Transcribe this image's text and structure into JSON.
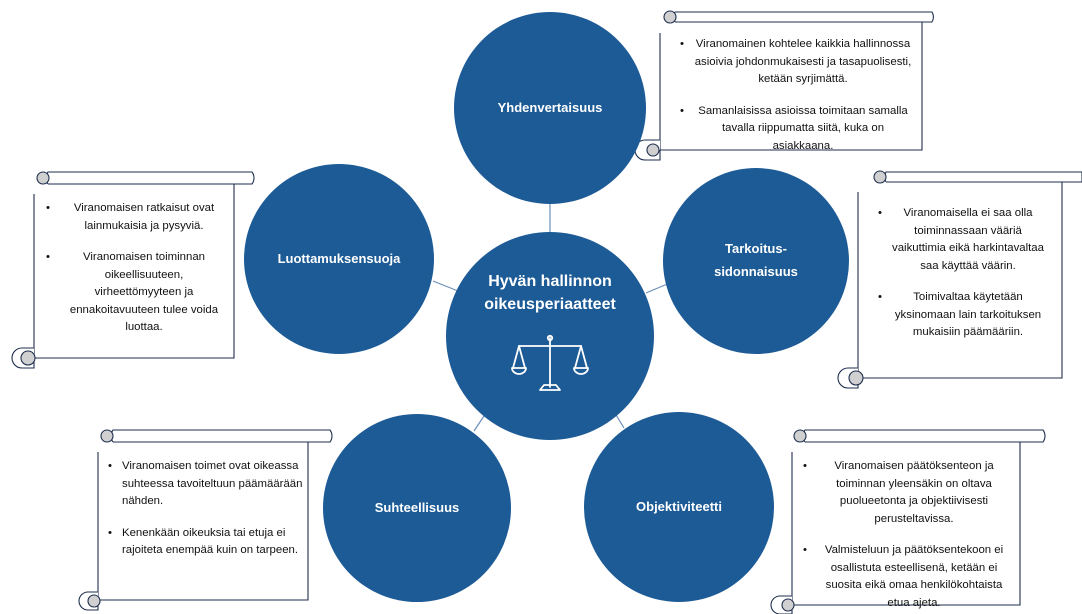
{
  "center": {
    "title_line1": "Hyvän hallinnon",
    "title_line2": "oikeusperiaatteet",
    "icon": "scales-of-justice-icon"
  },
  "principles": {
    "yhdenvertaisuus": {
      "label": "Yhdenvertaisuus",
      "bullets": [
        "Viranomainen kohtelee kaikkia hallinnossa asioivia johdonmukaisesti ja tasapuolisesti, ketään syrjimättä.",
        "Samanlaisissa asioissa toimitaan samalla tavalla riippumatta siitä, kuka on asiakkaana."
      ]
    },
    "tarkoitussidonnaisuus": {
      "label_line1": "Tarkoitus-",
      "label_line2": "sidonnaisuus",
      "bullets": [
        "Viranomaisella ei saa olla toiminnassaan vääriä vaikuttimia eikä harkintavaltaa saa käyttää väärin.",
        "Toimivaltaa käytetään yksinomaan lain tarkoituksen mukaisiin päämääriin."
      ]
    },
    "objektiviteetti": {
      "label": "Objektiviteetti",
      "bullets": [
        "Viranomaisen päätöksenteon ja toiminnan yleensäkin on oltava puolueetonta ja objektiivisesti perusteltavissa.",
        "Valmisteluun ja päätöksentekoon ei osallistuta esteellisenä, ketään ei suosita eikä omaa henkilökohtaista etua ajeta."
      ]
    },
    "suhteellisuus": {
      "label": "Suhteellisuus",
      "bullets": [
        "Viranomaisen toimet ovat oikeassa suhteessa tavoiteltuun päämäärään nähden.",
        "Kenenkään oikeuksia tai etuja ei rajoiteta enempää kuin on tarpeen."
      ]
    },
    "luottamuksensuoja": {
      "label": "Luottamuksensuoja",
      "bullets": [
        "Viranomaisen ratkaisut ovat lainmukaisia ja pysyviä.",
        "Viranomaisen toiminnan oikeellisuuteen, virheettömyyteen ja ennakoitavuuteen tulee voida luottaa."
      ]
    }
  },
  "colors": {
    "circle_fill": "#1d5b96",
    "connector": "#6b8fb8",
    "scroll_outline": "#1f2f4f",
    "scroll_curl": "#d0d0d0"
  }
}
